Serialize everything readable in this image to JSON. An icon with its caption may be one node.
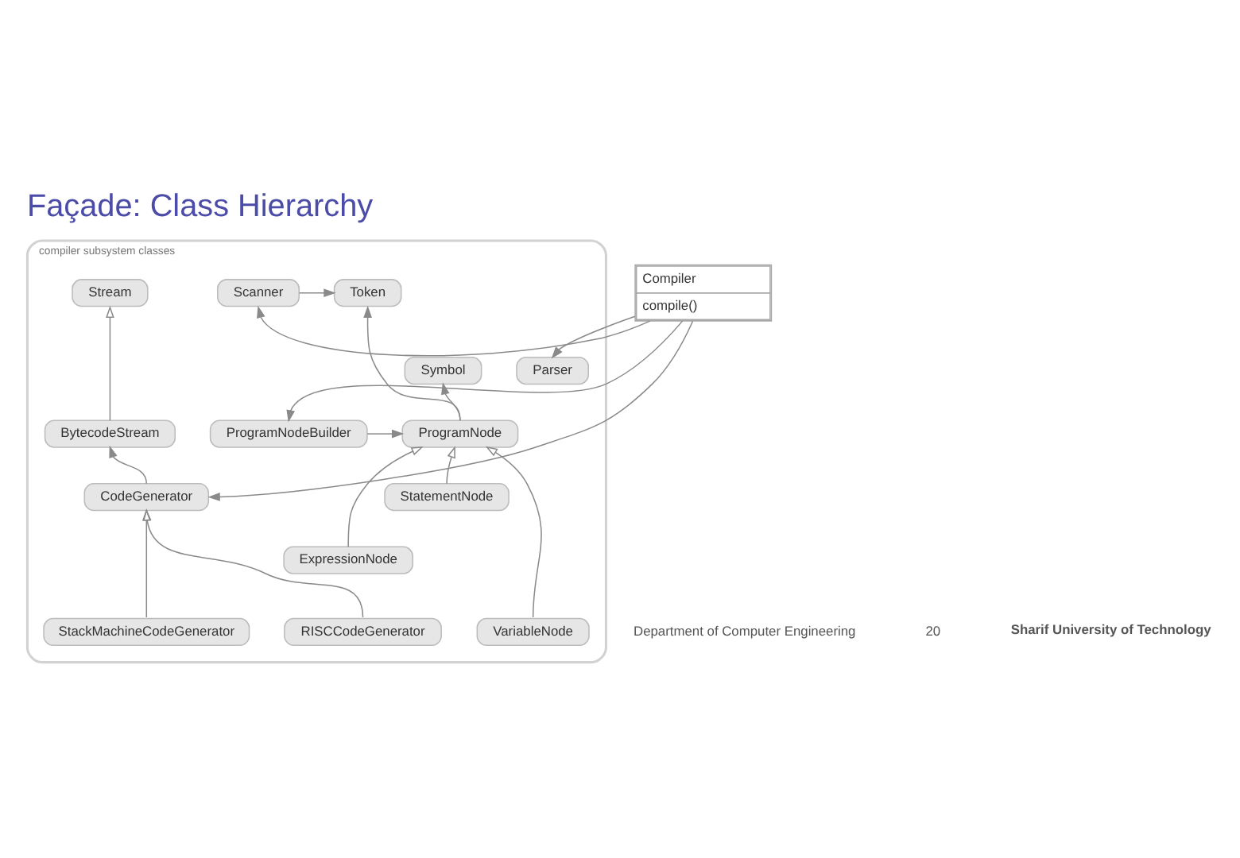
{
  "diagram": {
    "title": "Façade: Class Hierarchy",
    "nodes": [
      {
        "text": [
          "Compiler",
          "compile()"
        ]
      },
      {
        "text": [
          "compiler subsystem classes"
        ]
      },
      {
        "text": [
          "Stream"
        ],
        "in": 1
      },
      {
        "text": [
          "Scanner"
        ],
        "in": 1
      },
      {
        "text": [
          "Token"
        ],
        "in": 1
      },
      {
        "text": [
          "Parser"
        ],
        "in": 1
      },
      {
        "text": [
          "Symbol"
        ],
        "in": 1
      },
      {
        "text": [
          "BytecodeStream"
        ],
        "in": 1
      },
      {
        "text": [
          "ProgramNodeBuilder"
        ],
        "in": 1
      },
      {
        "text": [
          "ProgramNode"
        ],
        "in": 1
      },
      {
        "text": [
          "CodeGenerator"
        ],
        "in": 1
      },
      {
        "text": [
          "StatementNode"
        ],
        "in": 1
      },
      {
        "text": [
          "ExpressionNode"
        ],
        "in": 1
      },
      {
        "text": [
          "StackMachineCodeGenerator"
        ],
        "in": 1
      },
      {
        "text": [
          "RISCCodeGenerator"
        ],
        "in": 1
      },
      {
        "text": [
          "VariableNode"
        ],
        "in": 1
      }
    ],
    "edges": [
      {
        "from": 0,
        "to": 3,
        "arrow": "to"
      },
      {
        "from": 0,
        "to": 5,
        "arrow": "to"
      },
      {
        "from": 0,
        "to": 8,
        "arrow": "to"
      },
      {
        "from": 0,
        "to": 10,
        "arrow": "to"
      },
      {
        "from": 3,
        "to": 4,
        "arrow": "to"
      },
      {
        "from": 9,
        "to": 4,
        "arrow": "to"
      },
      {
        "from": 9,
        "to": 6,
        "arrow": "to"
      },
      {
        "from": 8,
        "to": 9,
        "arrow": "to"
      },
      {
        "from": 7,
        "to": 2,
        "arrow": "to"
      },
      {
        "from": 10,
        "to": 7,
        "arrow": "to"
      },
      {
        "from": 11,
        "to": 9,
        "arrow": "to"
      },
      {
        "from": 12,
        "to": 9,
        "arrow": "to"
      },
      {
        "from": 15,
        "to": 9,
        "arrow": "to"
      },
      {
        "from": 13,
        "to": 10,
        "arrow": "to"
      },
      {
        "from": 14,
        "to": 10,
        "arrow": "to"
      }
    ],
    "labels": [
      "Department of Computer Engineering",
      "20",
      "Sharif University of Technology"
    ]
  }
}
